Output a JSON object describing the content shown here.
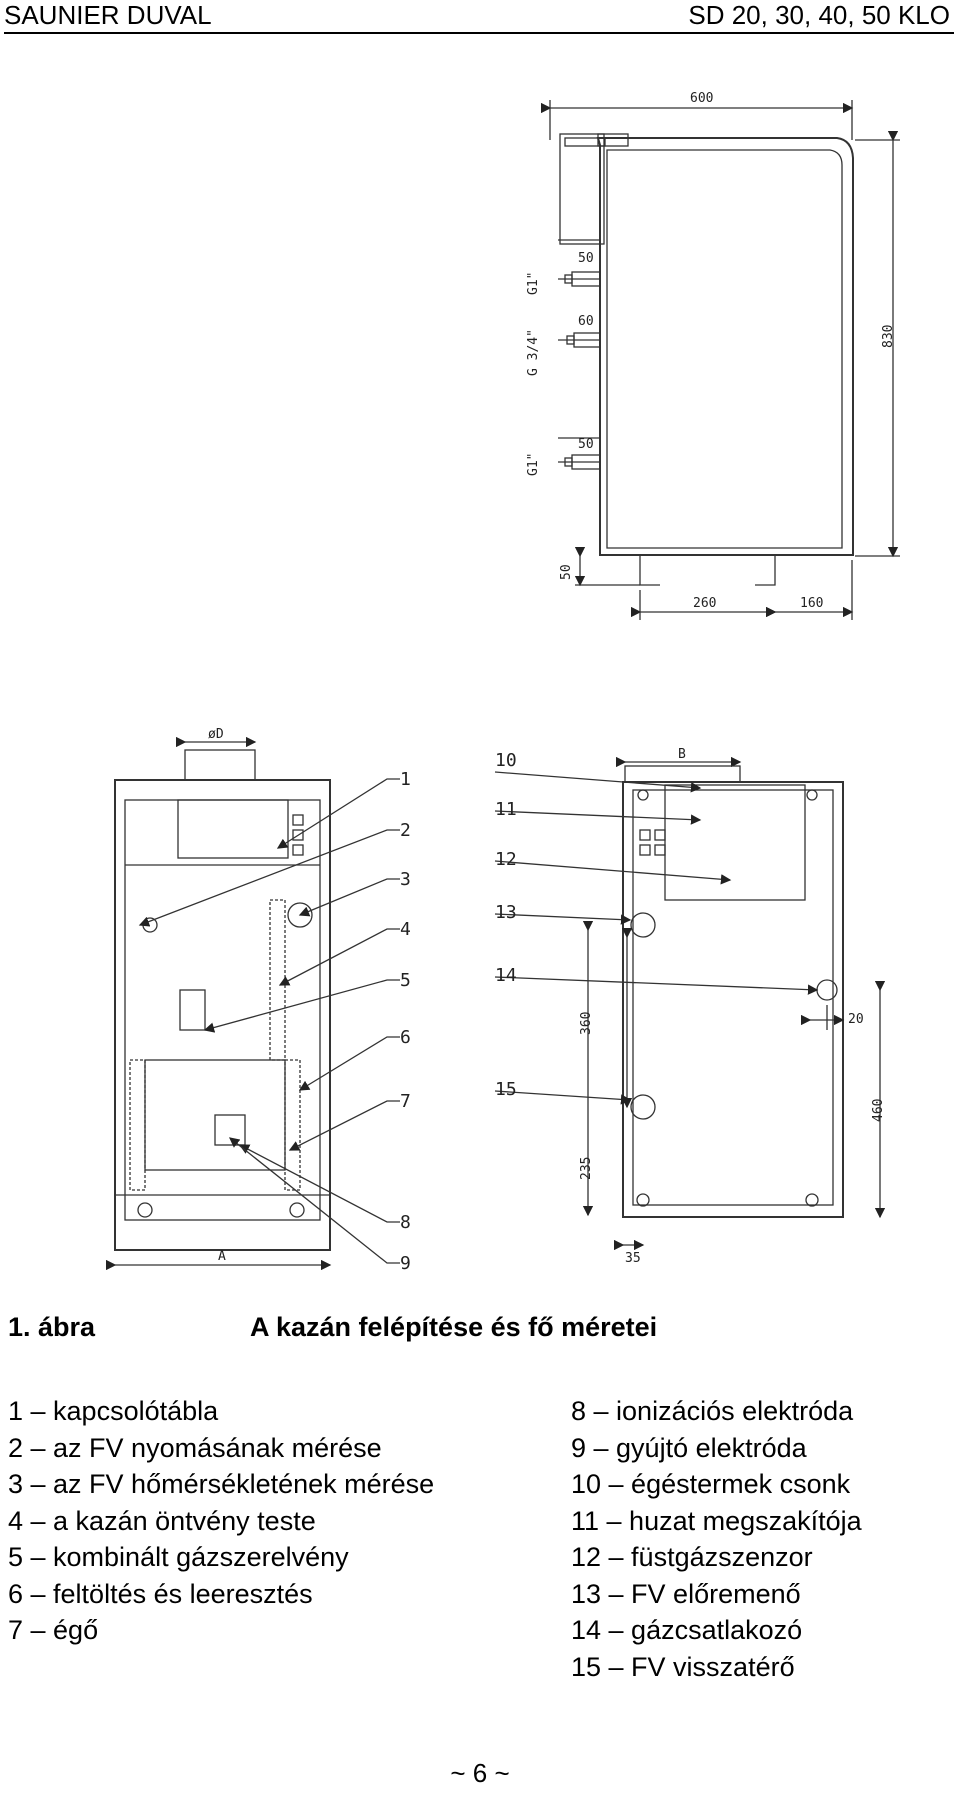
{
  "header": {
    "brand": "SAUNIER DUVAL",
    "models": "SD 20, 30, 40, 50 KLO"
  },
  "side_view": {
    "dims": {
      "width": "600",
      "height": "830",
      "top_offset": "50",
      "mid_gap": "60",
      "low_offset": "50",
      "foot_height": "50",
      "foot_a": "260",
      "foot_b": "160"
    },
    "threads": {
      "top": "G1\"",
      "mid": "G 3/4\"",
      "low": "G1\""
    }
  },
  "front_view": {
    "flue_label": "øD",
    "width_label": "A",
    "callouts": [
      "1",
      "2",
      "3",
      "4",
      "5",
      "6",
      "7",
      "8",
      "9"
    ]
  },
  "rear_view": {
    "width_label": "B",
    "callouts": [
      "10",
      "11",
      "12",
      "13",
      "14",
      "15"
    ],
    "dims": {
      "d360": "360",
      "d20": "20",
      "d460": "460",
      "d235": "235",
      "d35": "35"
    }
  },
  "caption": {
    "number": "1. ábra",
    "title": "A kazán felépítése és fő méretei"
  },
  "legend_left": [
    "1 – kapcsolótábla",
    "2 – az FV nyomásának mérése",
    "3 – az FV hőmérsékletének mérése",
    "4 – a kazán öntvény teste",
    "5 – kombinált gázszerelvény",
    "6 – feltöltés és leeresztés",
    "7 – égő"
  ],
  "legend_right": [
    "8 – ionizációs elektróda",
    "9 – gyújtó elektróda",
    "10 – égéstermek csonk",
    "11 – huzat megszakítója",
    "12 – füstgázszenzor",
    "13 – FV előremenő",
    "14 – gázcsatlakozó",
    "15 – FV visszatérő"
  ],
  "footer": {
    "page": "~ 6 ~"
  }
}
